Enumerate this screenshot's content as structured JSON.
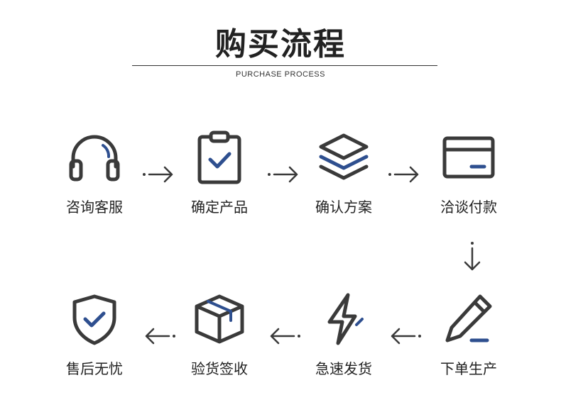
{
  "header": {
    "title": "购买流程",
    "subtitle": "PURCHASE PROCESS"
  },
  "steps": [
    {
      "label": "咨询客服",
      "icon": "headphones-icon"
    },
    {
      "label": "确定产品",
      "icon": "clipboard-check-icon"
    },
    {
      "label": "确认方案",
      "icon": "layers-icon"
    },
    {
      "label": "洽谈付款",
      "icon": "credit-card-icon"
    },
    {
      "label": "下单生产",
      "icon": "pencil-icon"
    },
    {
      "label": "急速发货",
      "icon": "lightning-icon"
    },
    {
      "label": "验货签收",
      "icon": "package-box-icon"
    },
    {
      "label": "售后无忧",
      "icon": "shield-check-icon"
    }
  ],
  "colors": {
    "stroke": "#3a3a3a",
    "accent": "#2e4f8f",
    "text": "#222222"
  }
}
